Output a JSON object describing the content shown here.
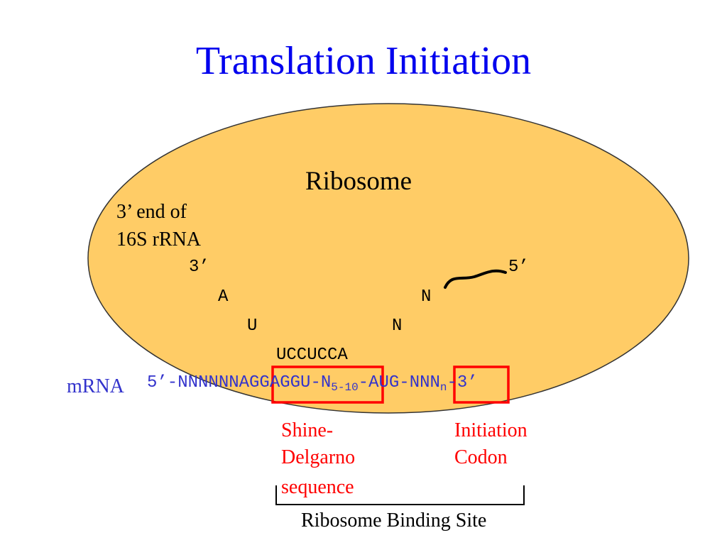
{
  "slide": {
    "title": "Translation Initiation"
  },
  "colors": {
    "title": "#0000ee",
    "ribosome_fill": "#ffcc66",
    "ribosome_stroke": "#333333",
    "mrna": "#3333cc",
    "highlight": "#ff0000",
    "text": "#000000"
  },
  "diagram": {
    "ribosome_label": "Ribosome",
    "rrna_label_line1": "3’ end of",
    "rrna_label_line2": "16S rRNA",
    "rrna": {
      "three_prime": "3’",
      "base_a": "A",
      "base_u": "U",
      "base_n1": "N",
      "base_n2": "N",
      "five_prime": "5’",
      "pairing_sequence": "UCCUCCA"
    },
    "mrna": {
      "label": "mRNA",
      "prefix": "5’-NNNNNN",
      "shine_dalgarno": "AGGAGGU",
      "spacer_base": "-N",
      "spacer_subscript": "5-10",
      "spacer_dash": "-",
      "start_codon": "AUG",
      "suffix_base": "-NNN",
      "suffix_subscript": "n",
      "suffix_end": "-3’"
    },
    "shine_dalgarno_label_line1": "Shine-",
    "shine_dalgarno_label_line2": "Delgarno",
    "shine_dalgarno_label_line3": "sequence",
    "initiation_label_line1": "Initiation",
    "initiation_label_line2": "Codon",
    "binding_site_label": "Ribosome Binding Site"
  }
}
